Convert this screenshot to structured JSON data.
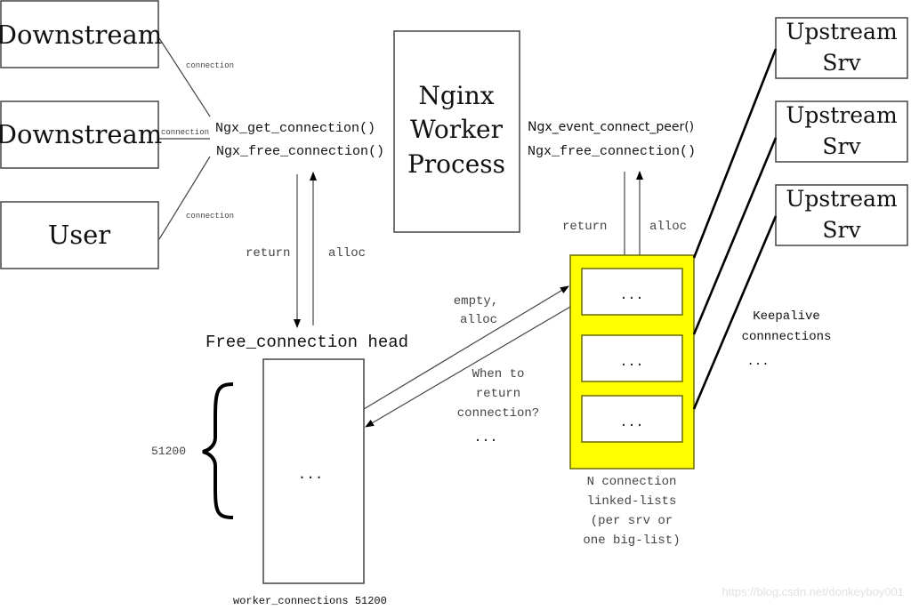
{
  "downstream_nodes": [
    {
      "label": "Downstream",
      "edge_label": "connection"
    },
    {
      "label": "Downstream",
      "edge_label": "connection"
    },
    {
      "label": "User",
      "edge_label": "connection"
    }
  ],
  "left_functions": {
    "get": "Ngx_get_connection()",
    "free": "Ngx_free_connection()"
  },
  "worker": {
    "line1": "Nginx",
    "line2": "Worker",
    "line3": "Process"
  },
  "right_functions": {
    "connect": "Ngx_event_connect_peer()",
    "free": "Ngx_free_connection()"
  },
  "left_arrows": {
    "return": "return",
    "alloc": "alloc"
  },
  "right_arrows": {
    "return": "return",
    "alloc": "alloc"
  },
  "free_list": {
    "head_label": "Free_connection head",
    "ellipsis": "...",
    "brace_count": "51200",
    "footer": "worker_connections 51200"
  },
  "cross_arrows": {
    "empty_alloc_1": "empty,",
    "empty_alloc_2": "alloc",
    "when_1": "When to",
    "when_2": "return",
    "when_3": "connection?",
    "ellipsis": "..."
  },
  "linked_lists": {
    "slots": [
      "...",
      "...",
      "..."
    ],
    "caption": [
      "N connection",
      "linked-lists",
      "(per srv or",
      "one big-list)"
    ],
    "fill_color": "#ffff00"
  },
  "upstream_nodes": [
    {
      "line1": "Upstream",
      "line2": "Srv"
    },
    {
      "line1": "Upstream",
      "line2": "Srv"
    },
    {
      "line1": "Upstream",
      "line2": "Srv"
    }
  ],
  "keepalive": {
    "line1": "Keepalive",
    "line2": "connnections",
    "ellipsis": "..."
  },
  "watermark": "https://blog.csdn.net/donkeyboy001"
}
